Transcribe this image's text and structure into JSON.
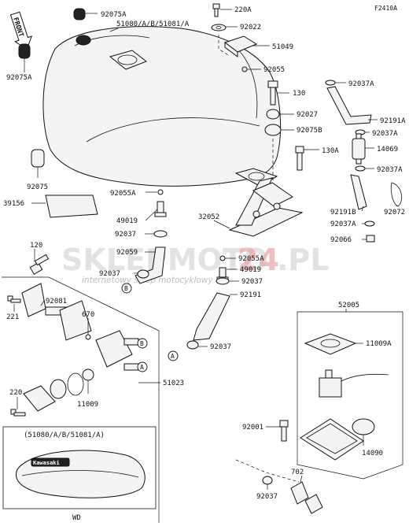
{
  "figure_code": "F2410A",
  "watermark": {
    "brand": "SKLEPMOTO",
    "brand_accent": "24",
    "tld": ".PL",
    "tagline": "internetowy sklep motocyklowy"
  },
  "front_label": "FRONT",
  "labels": [
    {
      "id": "l92075a_top",
      "text": "92075A"
    },
    {
      "id": "l51080",
      "text": "51080/A/B/51081/A"
    },
    {
      "id": "l92075a_left",
      "text": "92075A"
    },
    {
      "id": "l220a",
      "text": "220A"
    },
    {
      "id": "l92022",
      "text": "92022"
    },
    {
      "id": "l51049",
      "text": "51049"
    },
    {
      "id": "l92055",
      "text": "92055"
    },
    {
      "id": "l92037a_1",
      "text": "92037A"
    },
    {
      "id": "l130",
      "text": "130"
    },
    {
      "id": "l92027",
      "text": "92027"
    },
    {
      "id": "l92191a",
      "text": "92191A"
    },
    {
      "id": "l92037a_2",
      "text": "92037A"
    },
    {
      "id": "l92075b",
      "text": "92075B"
    },
    {
      "id": "l14069",
      "text": "14069"
    },
    {
      "id": "l130a",
      "text": "130A"
    },
    {
      "id": "l92037a_3",
      "text": "92037A"
    },
    {
      "id": "l92075",
      "text": "92075"
    },
    {
      "id": "l92055a_1",
      "text": "92055A"
    },
    {
      "id": "l39156",
      "text": "39156"
    },
    {
      "id": "l32052",
      "text": "32052"
    },
    {
      "id": "l49019_1",
      "text": "49019"
    },
    {
      "id": "l92191b",
      "text": "92191B"
    },
    {
      "id": "l92072",
      "text": "92072"
    },
    {
      "id": "l92037_1",
      "text": "92037"
    },
    {
      "id": "l92037a_4",
      "text": "92037A"
    },
    {
      "id": "l92066",
      "text": "92066"
    },
    {
      "id": "l120",
      "text": "120"
    },
    {
      "id": "l92059",
      "text": "92059"
    },
    {
      "id": "l92055a_2",
      "text": "92055A"
    },
    {
      "id": "l92081",
      "text": "92081"
    },
    {
      "id": "l92037_2",
      "text": "92037"
    },
    {
      "id": "l49019_2",
      "text": "49019"
    },
    {
      "id": "l92037_3",
      "text": "92037"
    },
    {
      "id": "l670",
      "text": "670"
    },
    {
      "id": "l221",
      "text": "221"
    },
    {
      "id": "l92191",
      "text": "92191"
    },
    {
      "id": "l52005",
      "text": "52005"
    },
    {
      "id": "l92037_4",
      "text": "92037"
    },
    {
      "id": "l11009a",
      "text": "11009A"
    },
    {
      "id": "l51023",
      "text": "51023"
    },
    {
      "id": "l220",
      "text": "220"
    },
    {
      "id": "l11009",
      "text": "11009"
    },
    {
      "id": "l92001",
      "text": "92001"
    },
    {
      "id": "l14090",
      "text": "14090"
    },
    {
      "id": "l51080_inset",
      "text": "(51080/A/B/51081/A)"
    },
    {
      "id": "l702",
      "text": "702"
    },
    {
      "id": "l92037_5",
      "text": "92037"
    },
    {
      "id": "lwd",
      "text": "WD"
    }
  ],
  "callouts": {
    "a": "A",
    "b": "B"
  },
  "tank_logo_text": "Kawasaki"
}
